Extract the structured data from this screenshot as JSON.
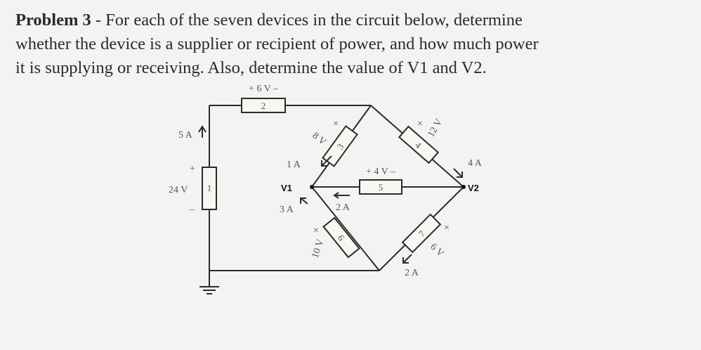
{
  "problem": {
    "title": "Problem 3",
    "separator": " - ",
    "line1": "For each of the seven devices in the circuit below, determine",
    "line2": "whether the device is a supplier or recipient of power, and how much power",
    "line3": "it is supplying or receiving. Also, determine the value of V1 and V2."
  },
  "circuit": {
    "devices": {
      "d1": "1",
      "d2": "2",
      "d3": "3",
      "d4": "4",
      "d5": "5",
      "d6": "6",
      "d7": "7"
    },
    "nodes": {
      "v1": "V1",
      "v2": "V2"
    },
    "labels": {
      "d2_voltage": "+ 6 V –",
      "d1_current": "5 A",
      "d1_voltage": "24 V",
      "d1_plus": "+",
      "d1_minus": "–",
      "d3_voltage": "8 V",
      "d4_voltage": "12 V",
      "d5_voltage": "+ 4 V –",
      "d6_voltage": "10 V",
      "d7_voltage": "6 V",
      "i_1a": "1 A",
      "i_3a": "3 A",
      "i_2a_d5": "2 A",
      "i_4a": "4 A",
      "i_2a_d7": "2 A",
      "polarity_x": "×"
    }
  }
}
